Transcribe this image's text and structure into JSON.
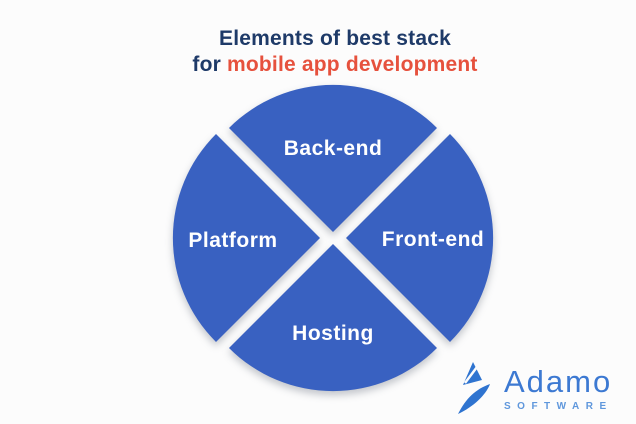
{
  "page": {
    "background": "#fcfcfc"
  },
  "title": {
    "line1": "Elements of best stack",
    "line2_prefix": "for",
    "line2_highlight": "mobile app development",
    "primary_color": "#1e3a68",
    "highlight_color": "#e6513d"
  },
  "diagram": {
    "type": "pie-quadrants",
    "slice_color": "#3961c1",
    "label_color": "#ffffff",
    "slices": [
      {
        "label": "Back-end",
        "position": "top"
      },
      {
        "label": "Front-end",
        "position": "right"
      },
      {
        "label": "Platform",
        "position": "left"
      },
      {
        "label": "Hosting",
        "position": "bottom"
      }
    ]
  },
  "logo": {
    "brand": "Adamo",
    "subtitle": "SOFTWARE",
    "brand_color": "#3c79d2",
    "subtitle_color": "#5f97dc",
    "icon": "adamo-sail-icon",
    "icon_color": "#2f74d0"
  }
}
